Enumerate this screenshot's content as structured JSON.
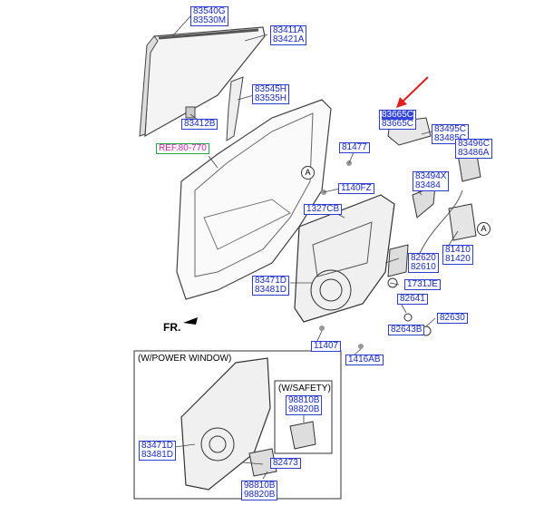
{
  "parts": {
    "p83540G": "83540G",
    "p83530M": "83530M",
    "p83411A": "83411A",
    "p83421A": "83421A",
    "p83545H": "83545H",
    "p83535H": "83535H",
    "p83412B": "83412B",
    "p83665C": "83665C",
    "p83665C_b": "83665C",
    "p83495C": "83495C",
    "p83485C": "83485C",
    "p83496C": "83496C",
    "p83486A": "83486A",
    "p81477": "81477",
    "p83494X": "83494X",
    "p83484": "83484",
    "p1140FZ": "1140FZ",
    "p1327CB": "1327CB",
    "p81410": "81410",
    "p81420": "81420",
    "p82620": "82620",
    "p82610": "82610",
    "p83471D": "83471D",
    "p83481D": "83481D",
    "p1731JE": "1731JE",
    "p82641": "82641",
    "p82630": "82630",
    "p82643B": "82643B",
    "p11407": "11407",
    "p1416AB": "1416AB",
    "p98810B_s": "98810B",
    "p98820B_s": "98820B",
    "p83471D_b": "83471D",
    "p83481D_b": "83481D",
    "p82473": "82473",
    "p98810B": "98810B",
    "p98820B": "98820B"
  },
  "ref_label": "REF.80-770",
  "front_label": "FR.",
  "power_window_label": "(W/POWER WINDOW)",
  "safety_label": "(W/SAFETY)",
  "circle_marker": "A",
  "colors": {
    "label_border": "#2d3dd6",
    "label_text": "#1a2bc4",
    "highlight": "#3344dd",
    "ref_text": "#d020b0",
    "arrow": "#e02020"
  }
}
